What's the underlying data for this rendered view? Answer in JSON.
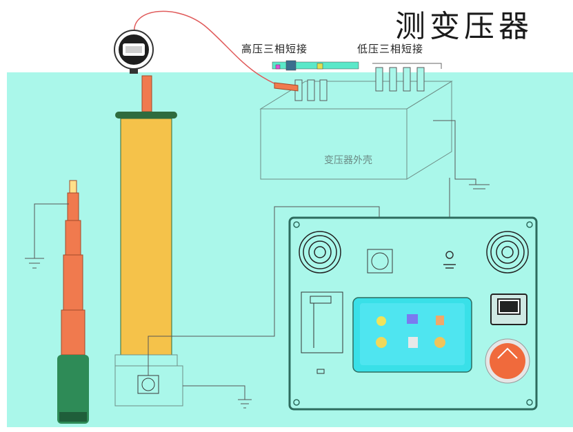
{
  "header": {
    "title": "测变压器",
    "hv_short_label": "高压三相短接",
    "lv_short_label": "低压三相短接"
  },
  "transformer": {
    "label": "变压器外壳"
  },
  "colors": {
    "background": "#aaf7ea",
    "cylinder": "#f5c24a",
    "rod": "#f07a4e",
    "handle": "#2e8b57",
    "stop_button": "#f06a3c",
    "screen": "#39e0e8",
    "panel_border": "#2d6b5e"
  },
  "icons": [
    "meter-icon",
    "fan-icon",
    "fan-icon",
    "ground-icon",
    "connector-icon",
    "power-socket-icon",
    "emergency-stop-icon",
    "printer-icon",
    "clip-icon"
  ]
}
